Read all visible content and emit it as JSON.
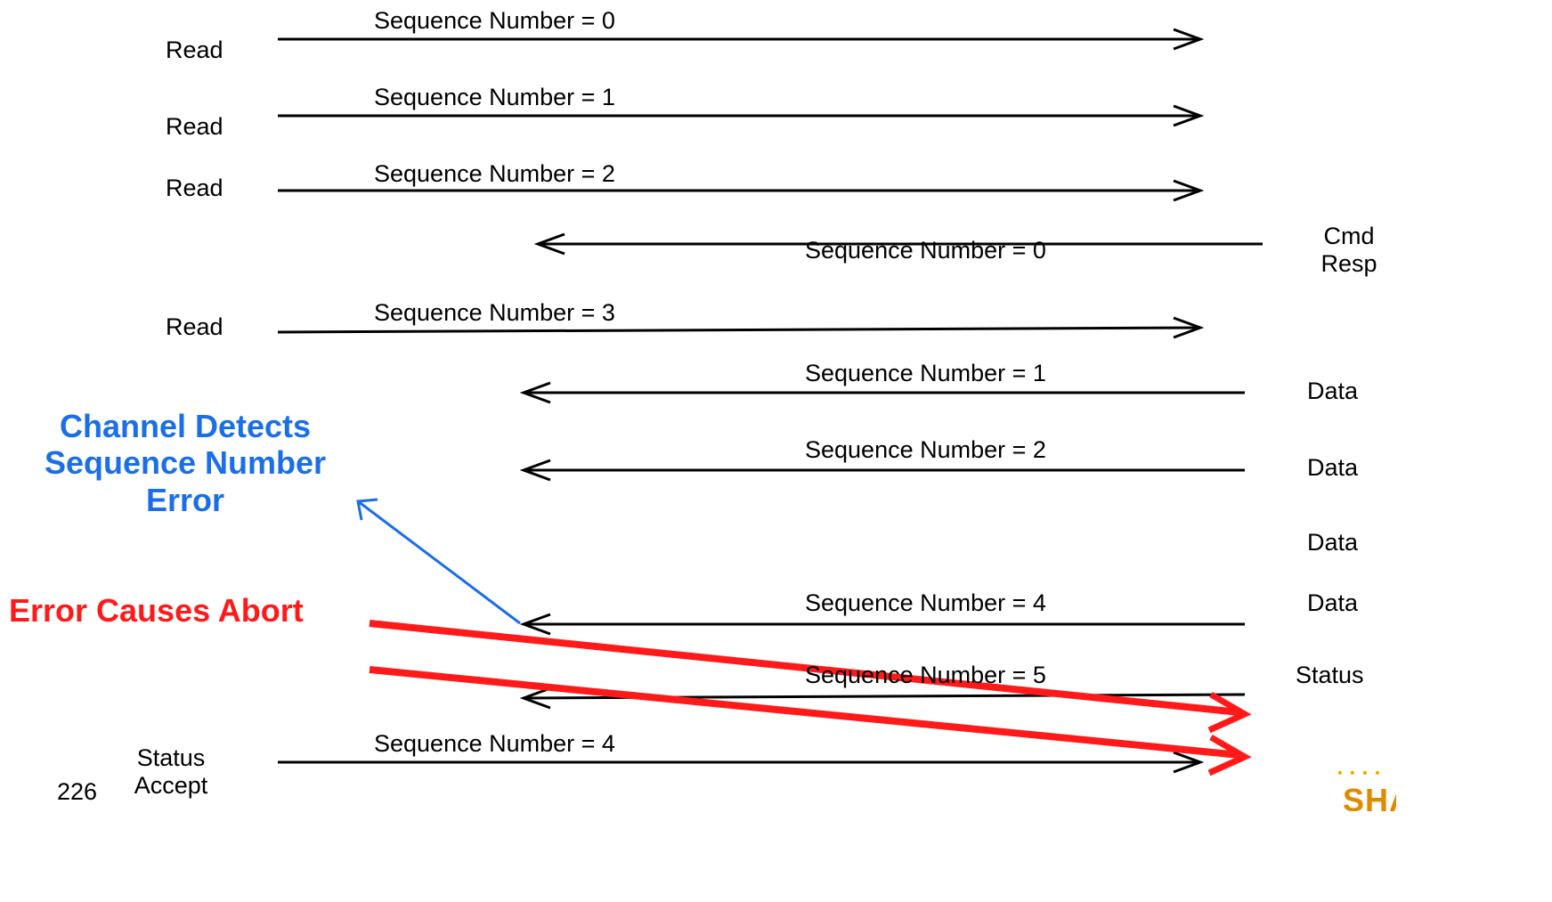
{
  "page_number": "226",
  "left_labels": {
    "read_0": "Read",
    "read_1": "Read",
    "read_2": "Read",
    "read_3": "Read",
    "status_accept": [
      "Status",
      "Accept"
    ]
  },
  "right_labels": {
    "cmd_resp": [
      "Cmd",
      "Resp"
    ],
    "data_1": "Data",
    "data_2": "Data",
    "data_3": "Data",
    "data_4": "Data",
    "status": "Status"
  },
  "arrow_labels": {
    "out_0": "Sequence Number = 0",
    "out_1": "Sequence Number = 1",
    "out_2": "Sequence Number = 2",
    "in_0": "Sequence Number = 0",
    "out_3": "Sequence Number = 3",
    "in_1": "Sequence Number = 1",
    "in_2": "Sequence Number = 2",
    "in_4": "Sequence Number = 4",
    "in_5": "Sequence Number = 5",
    "out_4": "Sequence Number = 4"
  },
  "callouts": {
    "channel_detects": [
      "Channel Detects",
      "Sequence Number",
      "Error"
    ],
    "error_causes_abort": "Error Causes Abort"
  },
  "colors": {
    "arrow": "#000000",
    "blue_callout": "#1a6fe8",
    "red_callout": "#ff1a1a",
    "logo": "#e08a00"
  },
  "logo_text": "SHARE"
}
